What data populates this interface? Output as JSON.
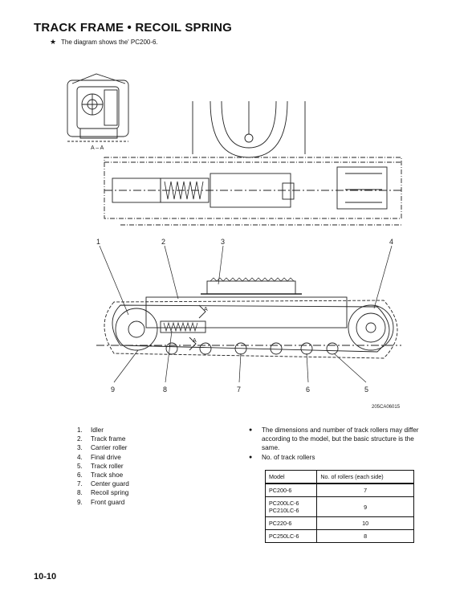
{
  "header": {
    "title": "TRACK FRAME • RECOIL SPRING",
    "note_marker": "★",
    "note": "The diagram shows the' PC200-6."
  },
  "diagram": {
    "section_label": "A – A",
    "callouts": [
      "1",
      "2",
      "3",
      "4",
      "9",
      "8",
      "7",
      "6",
      "5"
    ],
    "marker_a": "A",
    "code": "205CA06015"
  },
  "parts": [
    {
      "num": "1.",
      "name": "Idler"
    },
    {
      "num": "2.",
      "name": "Track frame"
    },
    {
      "num": "3.",
      "name": "Carrier roller"
    },
    {
      "num": "4.",
      "name": "Final drive"
    },
    {
      "num": "5.",
      "name": "Track roller"
    },
    {
      "num": "6.",
      "name": "Track shoe"
    },
    {
      "num": "7.",
      "name": "Center guard"
    },
    {
      "num": "8.",
      "name": "Recoil spring"
    },
    {
      "num": "9.",
      "name": "Front guard"
    }
  ],
  "notes": [
    "The dimensions and number of track rollers may differ according to the model, but the basic structure is the same.",
    "No. of track rollers"
  ],
  "roller_table": {
    "headers": [
      "Model",
      "No. of rollers (each side)"
    ],
    "rows": [
      {
        "models": [
          "PC200-6"
        ],
        "count": "7"
      },
      {
        "models": [
          "PC200LC-6",
          "PC210LC-6"
        ],
        "count": "9"
      },
      {
        "models": [
          "PC220-6"
        ],
        "count": "10"
      },
      {
        "models": [
          "PC250LC-6"
        ],
        "count": "8"
      }
    ]
  },
  "footer": {
    "page_number": "10-10"
  }
}
